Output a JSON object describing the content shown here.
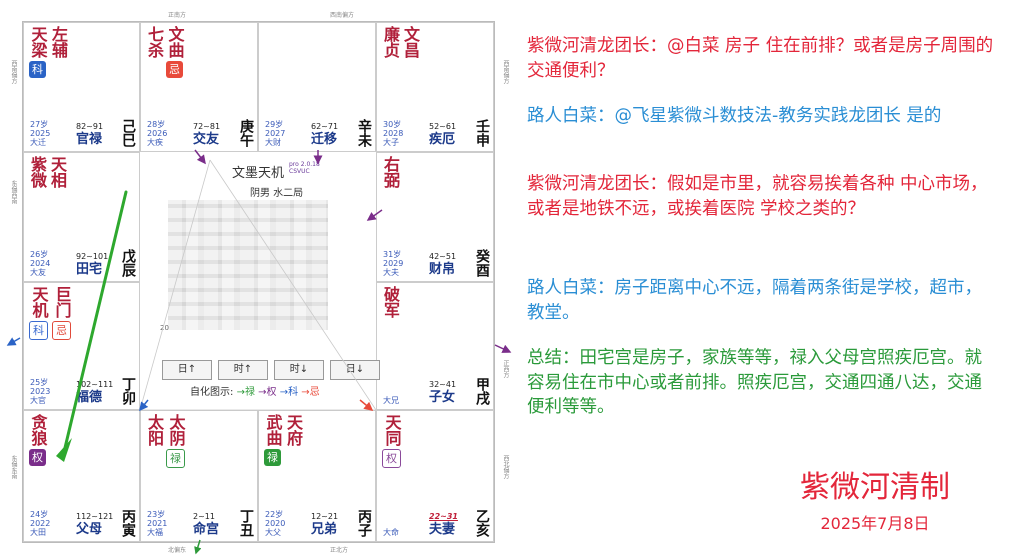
{
  "chart": {
    "directions": {
      "top_left": "正南方",
      "top_right": "西南偏方",
      "left_top": "西南偏方",
      "left_mid": "东偏西南",
      "left_bot": "东偏东南",
      "right_top": "西南偏方",
      "right_mid": "正西方",
      "right_bot": "西北偏方",
      "bottom_left": "北偏东",
      "bottom_right": "正北方"
    },
    "center": {
      "title": "文墨天机",
      "version": "pro 2.0.18\nCSVUC",
      "subtitle": "阴男 水二局",
      "buttons": [
        "日↑",
        "时↑",
        "时↓",
        "日↓"
      ],
      "legend_prefix": "自化图示:",
      "legend_lu": "→禄",
      "legend_quan": "→权",
      "legend_ke": "→科",
      "legend_ji": "→忌",
      "side_number": "20"
    },
    "palaces": [
      {
        "id": "si",
        "stars": [
          {
            "name": "天梁",
            "hua": "科",
            "hua_style": "solid-blue"
          },
          {
            "name": "左辅"
          }
        ],
        "age": "27岁\n2025\n大迁",
        "range": "82~91",
        "name": "官禄",
        "ganzhi": "己巳"
      },
      {
        "id": "wu",
        "stars": [
          {
            "name": "七杀"
          },
          {
            "name": "文曲",
            "hua": "忌",
            "hua_style": "solid-red"
          }
        ],
        "age": "28岁\n2026\n大疾",
        "range": "72~81",
        "name": "交友",
        "ganzhi": "庚午"
      },
      {
        "id": "wei",
        "stars": [],
        "age": "29岁\n2027\n大财",
        "range": "62~71",
        "name": "迁移",
        "ganzhi": "辛未"
      },
      {
        "id": "shen",
        "stars": [
          {
            "name": "廉贞"
          },
          {
            "name": "文昌"
          }
        ],
        "age": "30岁\n2028\n大子",
        "range": "52~61",
        "name": "疾厄",
        "ganzhi": "壬申"
      },
      {
        "id": "chen",
        "stars": [
          {
            "name": "紫微"
          },
          {
            "name": "天相"
          }
        ],
        "age": "26岁\n2024\n大友",
        "range": "92~101",
        "name": "田宅",
        "ganzhi": "戊辰"
      },
      {
        "id": "you",
        "stars": [
          {
            "name": "右弼"
          }
        ],
        "age": "31岁\n2029\n大夫",
        "range": "42~51",
        "name": "财帛",
        "ganzhi": "癸酉"
      },
      {
        "id": "mao",
        "stars": [
          {
            "name": "天机",
            "hua": "科",
            "hua_style": "out-blue"
          },
          {
            "name": "巨门",
            "hua": "忌",
            "hua_style": "out-red"
          }
        ],
        "age": "25岁\n2023\n大官",
        "range": "102~111",
        "name": "福德",
        "ganzhi": "丁卯"
      },
      {
        "id": "xu",
        "stars": [
          {
            "name": "破军"
          }
        ],
        "age": "大兄",
        "range": "32~41",
        "name": "子女",
        "ganzhi": "甲戌"
      },
      {
        "id": "yin",
        "stars": [
          {
            "name": "贪狼",
            "hua": "权",
            "hua_style": "solid-purple"
          }
        ],
        "age": "24岁\n2022\n大田",
        "range": "112~121",
        "name": "父母",
        "ganzhi": "丙寅"
      },
      {
        "id": "chou",
        "stars": [
          {
            "name": "太阳"
          },
          {
            "name": "太阴",
            "hua": "禄",
            "hua_style": "out-green"
          }
        ],
        "age": "23岁\n2021\n大福",
        "range": "2~11",
        "name": "命宫",
        "ganzhi": "丁丑"
      },
      {
        "id": "zi",
        "stars": [
          {
            "name": "武曲",
            "hua": "禄",
            "hua_style": "solid-green"
          },
          {
            "name": "天府"
          }
        ],
        "age": "22岁\n2020\n大父",
        "range": "12~21",
        "name": "兄弟",
        "ganzhi": "丙子"
      },
      {
        "id": "hai",
        "stars": [
          {
            "name": "天同",
            "hua": "权",
            "hua_style": "out-purple"
          }
        ],
        "age": "大命",
        "range": "22~31",
        "range_style": "red",
        "name": "夫妻",
        "ganzhi": "乙亥"
      }
    ]
  },
  "conversation": [
    {
      "style": "red",
      "text": "紫微河清龙团长：@白菜 房子 住在前排？或者是房子周围的交通便利？"
    },
    {
      "style": "blue",
      "text": "路人白菜：@飞星紫微斗数技法-教务实践龙团长 是的"
    },
    {
      "style": "red",
      "text": "紫微河清龙团长：假如是市里，就容易挨着各种 中心市场， 或者是地铁不远，或挨着医院 学校之类的？"
    },
    {
      "style": "blue",
      "text": "路人白菜：房子距离中心不远，隔着两条街是学校，超市，教堂。"
    },
    {
      "style": "green",
      "text": "总结：田宅宫是房子，家族等等，禄入父母宫照疾厄宫。就容易住在市中心或者前排。照疾厄宫，交通四通八达，交通便利等等。"
    }
  ],
  "signature": {
    "title": "紫微河清制",
    "date": "2025年7月8日"
  },
  "colors": {
    "red_text": "#e3263a",
    "blue_text": "#2a8ed4",
    "green_text": "#2a9a3a",
    "star_red": "#b0203a",
    "palace_name": "#1c3a8a"
  }
}
